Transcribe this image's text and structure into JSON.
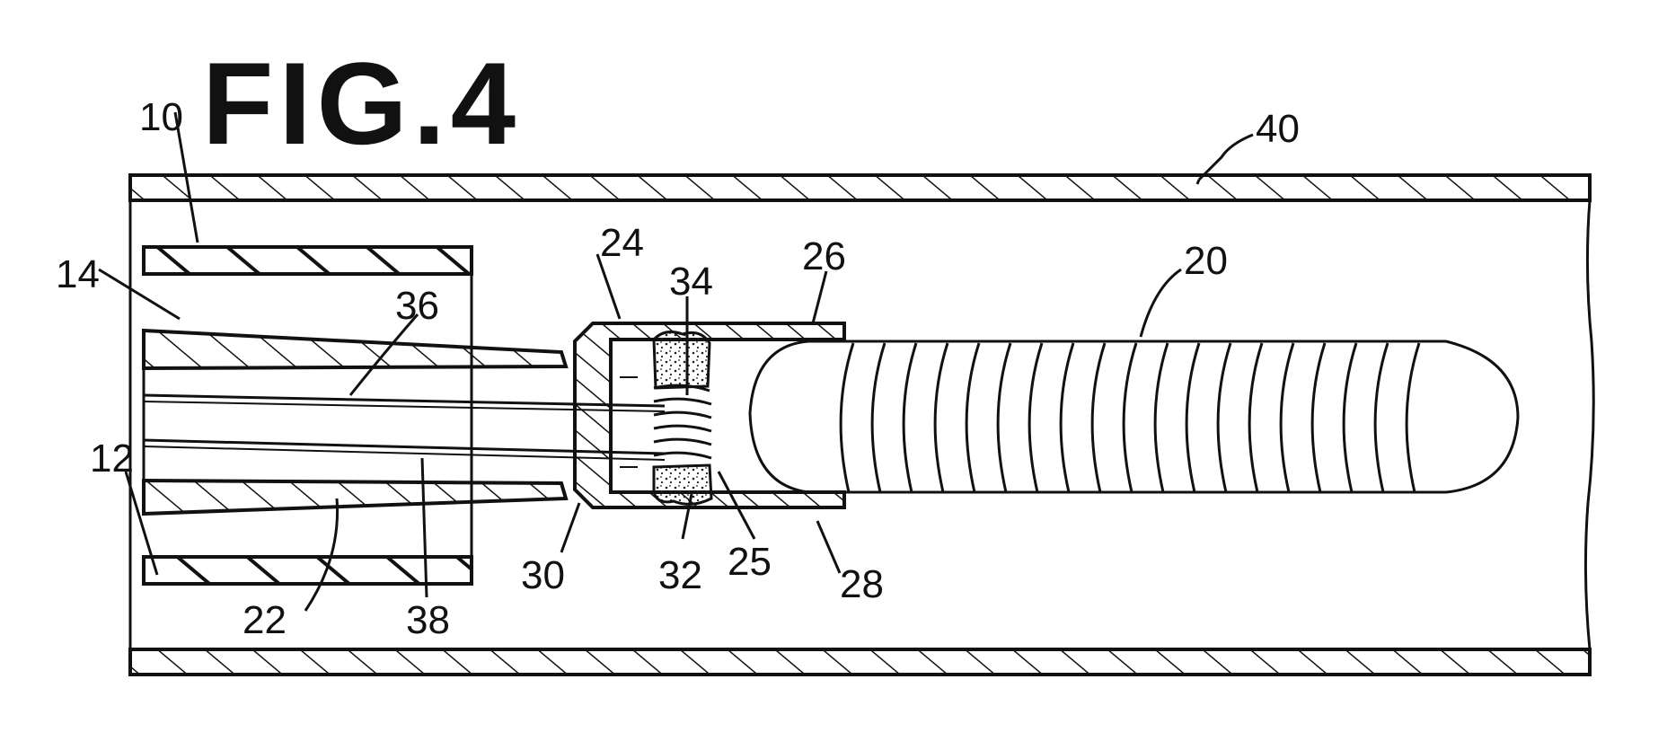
{
  "figure": {
    "title": "FIG.4",
    "labels": {
      "l10": "10",
      "l40": "40",
      "l14": "14",
      "l24": "24",
      "l34": "34",
      "l26": "26",
      "l20": "20",
      "l36": "36",
      "l12": "12",
      "l30": "30",
      "l32": "32",
      "l25": "25",
      "l28": "28",
      "l22": "22",
      "l38": "38"
    }
  }
}
